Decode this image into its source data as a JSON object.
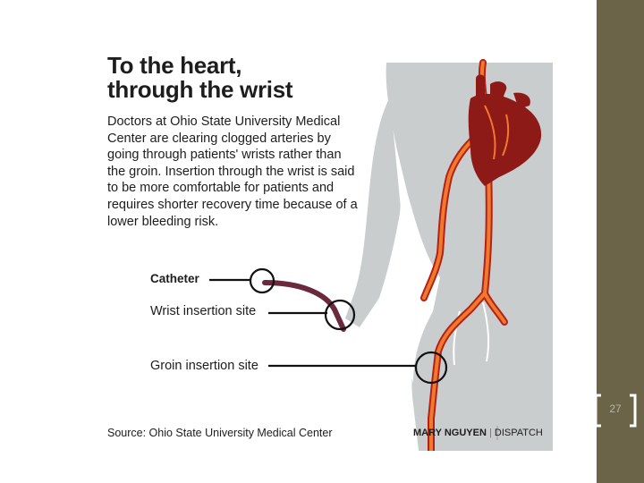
{
  "graphic": {
    "title_line1": "To the heart,",
    "title_line2": "through the wrist",
    "description": "Doctors at Ohio State University Medical Center are clearing clogged arteries by going through patients' wrists rather than the groin. Insertion through the wrist is said to be more comfortable for patients and requires shorter recovery time because of a lower bleeding risk.",
    "labels": {
      "catheter": "Catheter",
      "wrist": "Wrist insertion site",
      "groin": "Groin insertion site"
    },
    "source": "Source: Ohio State University Medical Center",
    "credit_name": "MARY NGUYEN",
    "credit_sep": "|",
    "credit_outlet": "DISPATCH"
  },
  "slide": {
    "page_number": "27"
  },
  "colors": {
    "band": "#6b6448",
    "body_silhouette": "#c9cdce",
    "artery_outline": "#b3211c",
    "artery_fill": "#f07a2a",
    "heart": "#8e1a18",
    "catheter": "#6a2a3c"
  }
}
